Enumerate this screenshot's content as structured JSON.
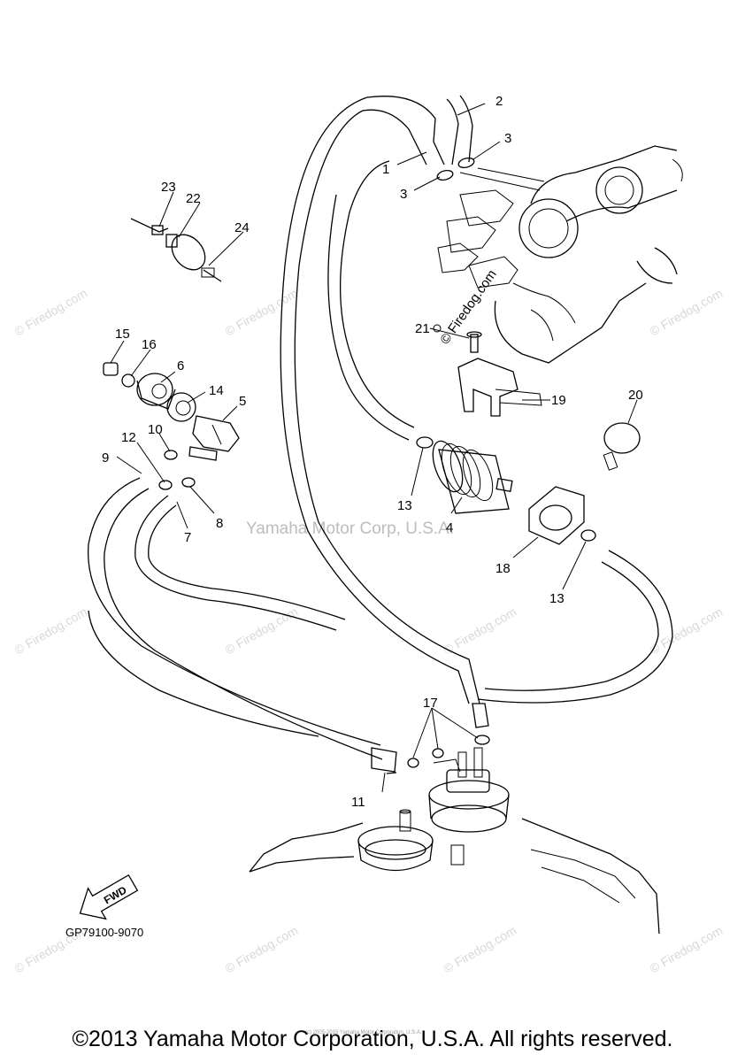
{
  "watermark": {
    "site": "© Firedog.com",
    "center": "Yamaha Motor Corp, U.S.A."
  },
  "part_labels": [
    "1",
    "2",
    "3",
    "3",
    "4",
    "5",
    "6",
    "7",
    "8",
    "9",
    "10",
    "11",
    "12",
    "13",
    "13",
    "14",
    "15",
    "16",
    "17",
    "18",
    "19",
    "20",
    "21",
    "22",
    "23",
    "24"
  ],
  "fwd_label": "FWD",
  "diagram_code": "GP79100-9070",
  "fine_print": "(c) 2005-2015 Yamaha Motor Corporation, U.S.A.",
  "copyright": "©2013 Yamaha Motor Corporation, U.S.A. All rights reserved."
}
